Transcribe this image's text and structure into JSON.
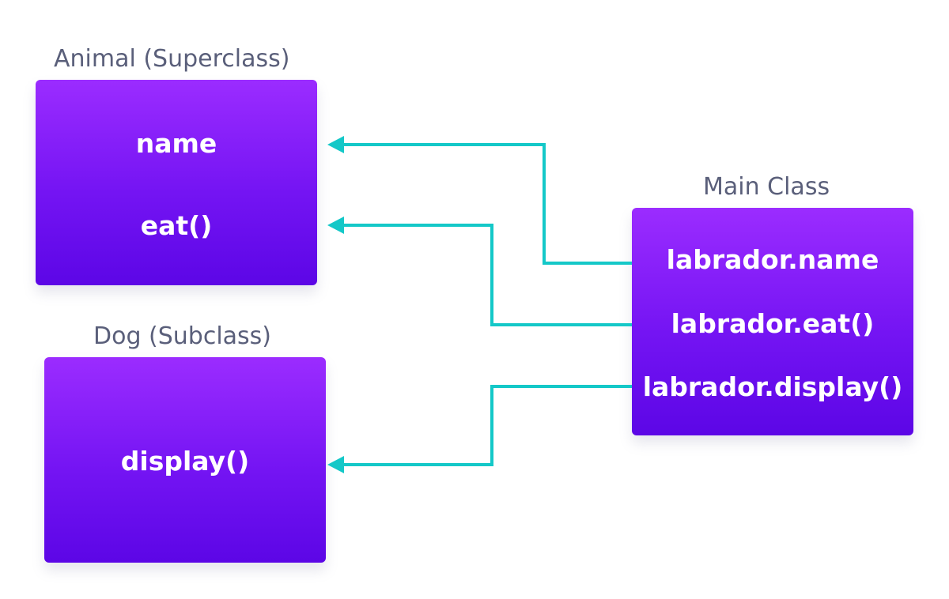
{
  "superclass": {
    "caption": "Animal (Superclass)",
    "members": [
      "name",
      "eat()"
    ]
  },
  "subclass": {
    "caption": "Dog (Subclass)",
    "members": [
      "display()"
    ]
  },
  "main_class": {
    "caption": "Main Class",
    "members": [
      "labrador.name",
      "labrador.eat()",
      "labrador.display()"
    ]
  },
  "colors": {
    "box_top": "#9b2cff",
    "box_bottom": "#5c06e6",
    "arrow": "#14c8c8",
    "caption": "#5a5f7a",
    "member_text": "#ffffff"
  }
}
